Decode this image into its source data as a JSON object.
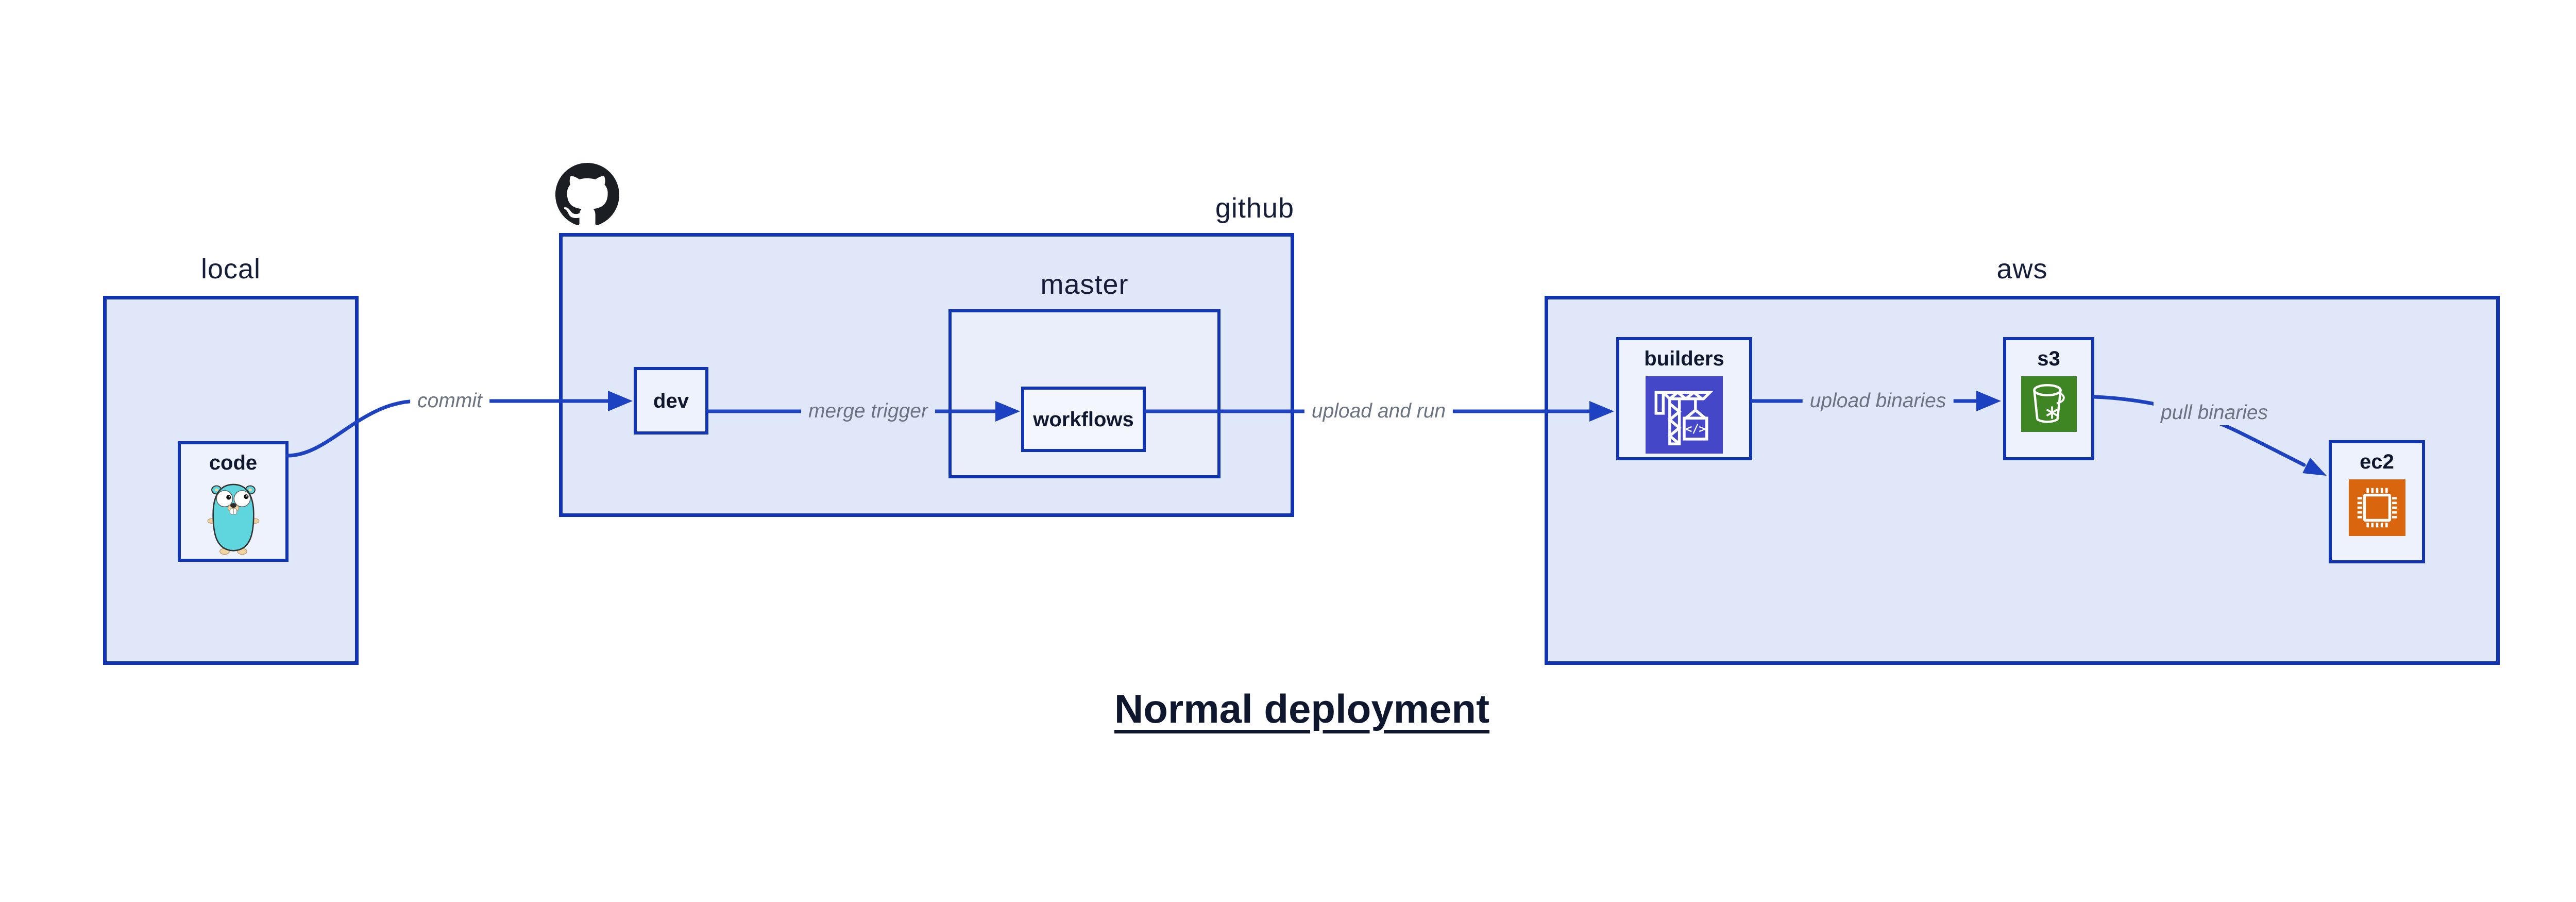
{
  "diagram": {
    "caption": "Normal deployment",
    "groups": {
      "local": {
        "label": "local"
      },
      "github": {
        "label": "github"
      },
      "master": {
        "label": "master"
      },
      "aws": {
        "label": "aws"
      }
    },
    "nodes": {
      "code": {
        "label": "code",
        "icon": "go-gopher-icon"
      },
      "dev": {
        "label": "dev"
      },
      "workflows": {
        "label": "workflows"
      },
      "builders": {
        "label": "builders",
        "icon": "codebuild-crane-icon",
        "icon_glyph": "</>"
      },
      "s3": {
        "label": "s3",
        "icon": "s3-bucket-icon"
      },
      "ec2": {
        "label": "ec2",
        "icon": "ec2-chip-icon"
      }
    },
    "edges": {
      "commit": {
        "label": "commit",
        "from": "code",
        "to": "dev"
      },
      "merge_trigger": {
        "label": "merge trigger",
        "from": "dev",
        "to": "workflows"
      },
      "upload_and_run": {
        "label": "upload and run",
        "from": "workflows",
        "to": "builders"
      },
      "upload_binaries": {
        "label": "upload binaries",
        "from": "builders",
        "to": "s3"
      },
      "pull_binaries": {
        "label": "pull binaries",
        "from": "s3",
        "to": "ec2"
      }
    },
    "colors": {
      "box_border": "#1134b3",
      "arrow": "#1c42c2",
      "group_fill": "#e0e7f9",
      "master_fill": "#eaeefb",
      "node_fill": "#eef2fc",
      "workflows_fill": "#f4f6fe",
      "edge_label_gray": "#6b7280",
      "text_dark": "#10182f",
      "github_mark_black": "#1b1f23",
      "gopher_teal": "#5fd6dd",
      "codebuild_indigo": "#4448c8",
      "s3_green": "#3e8624",
      "ec2_orange": "#d9660e"
    }
  }
}
